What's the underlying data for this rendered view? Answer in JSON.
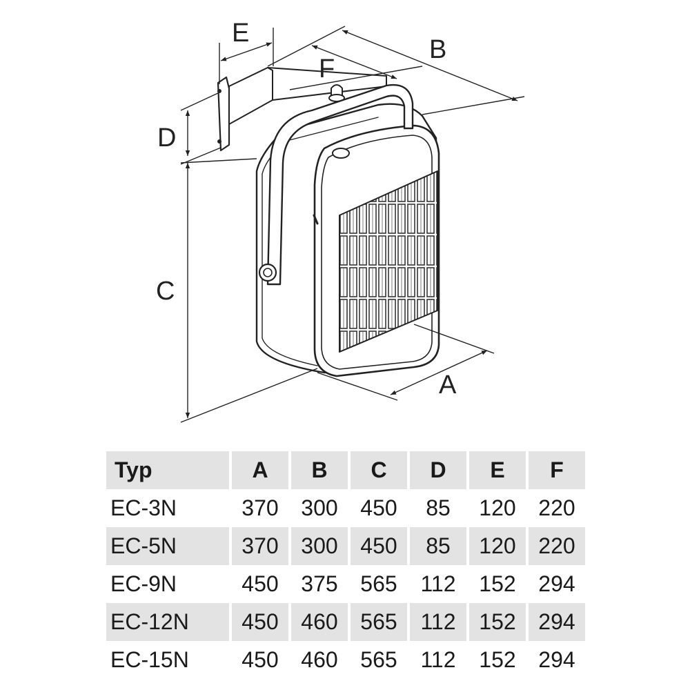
{
  "dimension_labels": {
    "A": "A",
    "B": "B",
    "C": "C",
    "D": "D",
    "E": "E",
    "F": "F"
  },
  "table": {
    "headers": [
      "Typ",
      "A",
      "B",
      "C",
      "D",
      "E",
      "F"
    ],
    "rows": [
      [
        "EC-3N",
        "370",
        "300",
        "450",
        "85",
        "120",
        "220"
      ],
      [
        "EC-5N",
        "370",
        "300",
        "450",
        "85",
        "120",
        "220"
      ],
      [
        "EC-9N",
        "450",
        "375",
        "565",
        "112",
        "152",
        "294"
      ],
      [
        "EC-12N",
        "450",
        "460",
        "565",
        "112",
        "152",
        "294"
      ],
      [
        "EC-15N",
        "450",
        "460",
        "565",
        "112",
        "152",
        "294"
      ]
    ]
  }
}
